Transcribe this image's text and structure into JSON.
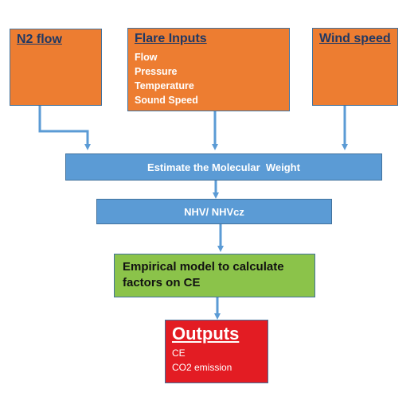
{
  "inputs": {
    "n2_flow": {
      "title": "N2 flow"
    },
    "flare_inputs": {
      "title": "Flare Inputs",
      "items": [
        "Flow",
        "Pressure",
        "Temperature",
        "Sound Speed"
      ]
    },
    "wind_speed": {
      "title": "Wind speed"
    }
  },
  "steps": {
    "molecular_weight": "Estimate the Molecular  Weight",
    "nhv": "NHV/ NHVcz",
    "empirical_model": "Empirical model to calculate factors on CE"
  },
  "outputs": {
    "title": "Outputs",
    "items": [
      "CE",
      "CO2 emission"
    ]
  },
  "colors": {
    "input_fill": "#ed7d31",
    "process_fill": "#5b9bd5",
    "model_fill": "#8bc34a",
    "output_fill": "#e31c23",
    "connector": "#5b9bd5"
  }
}
